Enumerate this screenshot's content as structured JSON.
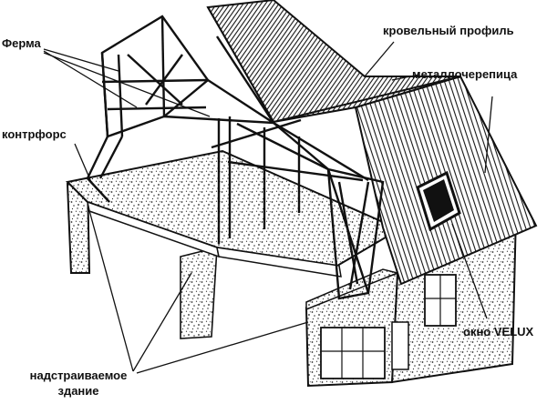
{
  "labels": {
    "truss": "Ферма",
    "roof_profile": "кровельный профиль",
    "metal_tile": "металлочерепица",
    "buttress": "контрфорс",
    "velux": "окно VELUX",
    "building_line1": "надстраиваемое",
    "building_line2": "здание"
  }
}
